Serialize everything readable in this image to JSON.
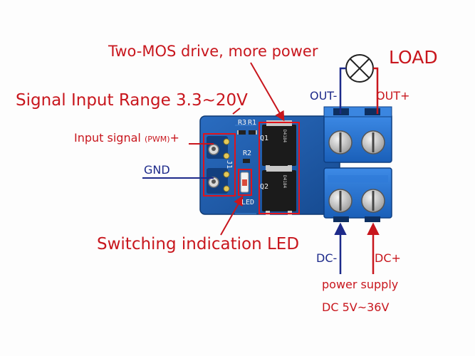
{
  "labels": {
    "mos_title": "Two-MOS drive, more power",
    "load": "LOAD",
    "signal_range": "Signal Input Range  3.3~20V",
    "input_signal": "Input signal",
    "pwm": "(PWM)",
    "plus": "+",
    "gnd": "GND",
    "out_minus": "OUT-",
    "out_plus": "OUT+",
    "led_label": "Switching indication LED",
    "dc_minus": "DC-",
    "dc_plus": "DC+",
    "power_supply": "power supply",
    "dc_range": "DC 5V~36V"
  },
  "silkscreen": {
    "r3": "R3",
    "r1": "R1",
    "r2": "R2",
    "q1": "Q1",
    "q2": "Q2",
    "led": "LED",
    "j1": "J1",
    "chip": "D4184"
  },
  "colors": {
    "annotation_red": "#c8161d",
    "annotation_blue": "#1d2a8a",
    "pcb_blue": "#1e5aa8",
    "terminal_blue": "#1f6fd0"
  },
  "icons": {
    "load": "lamp-symbol-icon"
  }
}
